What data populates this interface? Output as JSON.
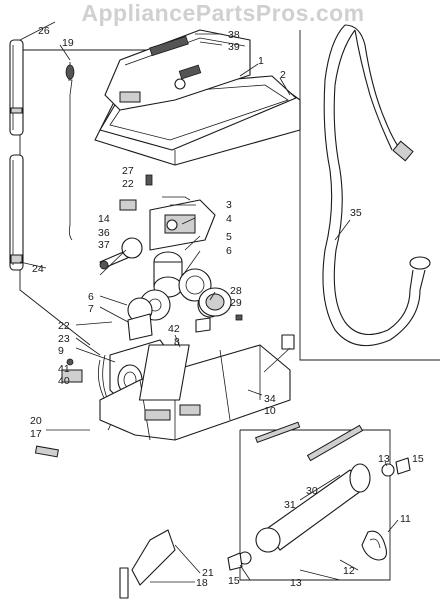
{
  "watermark": "AppliancePartsPros.com",
  "labels": {
    "p1": "1",
    "p2": "2",
    "p3": "3",
    "p4": "4",
    "p5": "5",
    "p6a": "6",
    "p6b": "6",
    "p7": "7",
    "p8": "8",
    "p9": "9",
    "p10": "10",
    "p11": "11",
    "p12": "12",
    "p13a": "13",
    "p13b": "13",
    "p14": "14",
    "p15a": "15",
    "p15b": "15",
    "p17": "17",
    "p18": "18",
    "p19": "19",
    "p20": "20",
    "p21": "21",
    "p22a": "22",
    "p22b": "22",
    "p23": "23",
    "p24": "24",
    "p26": "26",
    "p27": "27",
    "p28": "28",
    "p29": "29",
    "p30": "30",
    "p31": "31",
    "p34": "34",
    "p35": "35",
    "p36": "36",
    "p37": "37",
    "p38": "38",
    "p39": "39",
    "p40": "40",
    "p41": "41",
    "p42": "42"
  }
}
